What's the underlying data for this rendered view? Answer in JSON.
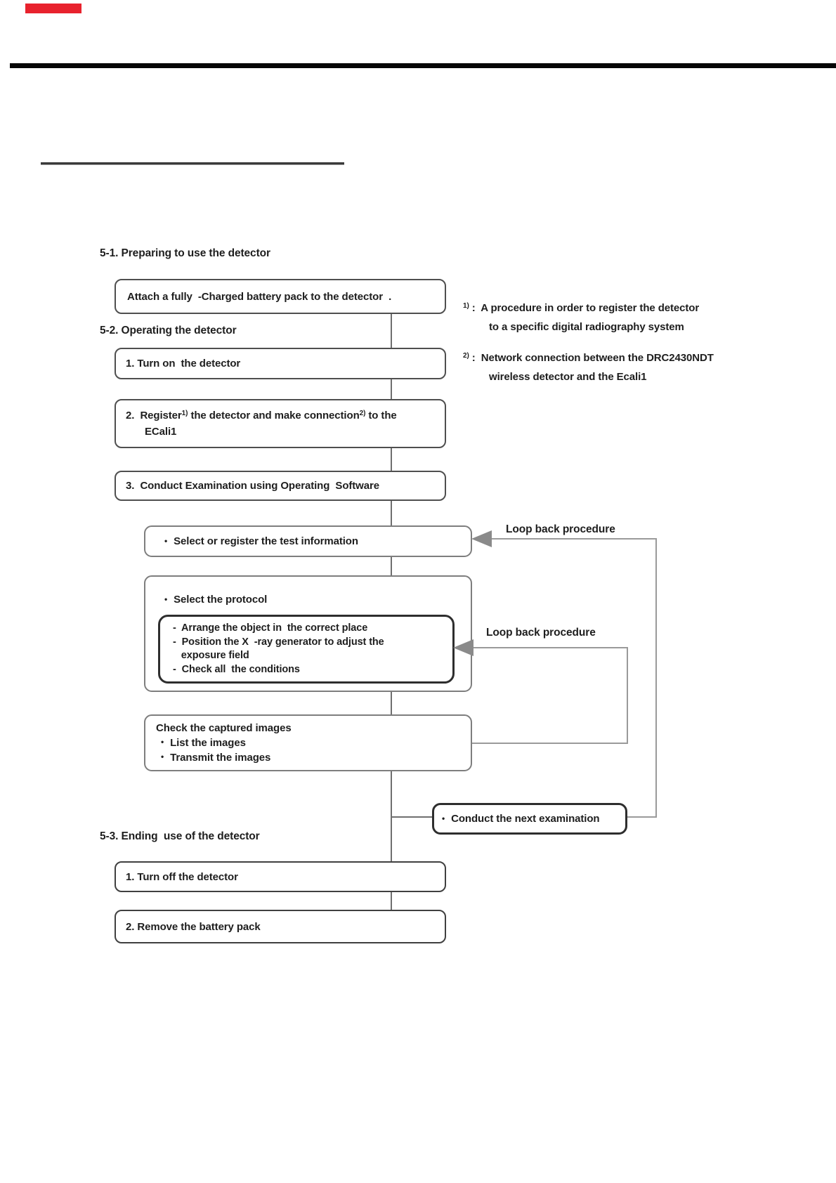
{
  "colors": {
    "red_bar": "#e8222d",
    "top_rule": "#060606",
    "connector_gray": "#6f6f6f",
    "loop_line_gray": "#9a9a9a",
    "arrow_gray": "#8a8a8a",
    "text": "#1e1e1e"
  },
  "headings": {
    "s1": "5-1. Preparing to use the detector",
    "s2": "5-2. Operating the detector",
    "s3": "5-3. Ending  use of the detector"
  },
  "boxes": {
    "attach": "Attach a fully  -Charged battery pack to the detector  .",
    "turn_on": "1. Turn on  the detector",
    "register_line1_a": "2.  Register",
    "register_sup1": "1)",
    "register_line1_b": " the detector and make connection",
    "register_sup2": "2)",
    "register_line1_c": " to the",
    "register_line2": "ECali1",
    "conduct_exam": "3.  Conduct Examination using Operating  Software",
    "select_info": "Select or register the test information",
    "select_protocol": "Select the protocol",
    "protocol_steps": [
      "-  Arrange the object in  the correct place",
      "-  Position the X  -ray generator to adjust the",
      "   exposure field",
      "-  Check all  the conditions"
    ],
    "check_title": "Check the captured images",
    "check_items": [
      "List the images",
      "Transmit the images"
    ],
    "next_exam": "Conduct the next examination",
    "turn_off": "1. Turn off the detector",
    "remove_battery": "2. Remove the battery pack"
  },
  "notes": [
    {
      "sup": "1)",
      "body": " :  A procedure in order to register the detector",
      "cont": "to a specific digital radiography system"
    },
    {
      "sup": "2)",
      "body": " :  Network connection between the DRC2430NDT",
      "cont": "wireless detector and the Ecali1"
    }
  ],
  "labels": {
    "loop1": "Loop back procedure",
    "loop2": "Loop back procedure"
  },
  "icons": {
    "bullet": "•"
  }
}
